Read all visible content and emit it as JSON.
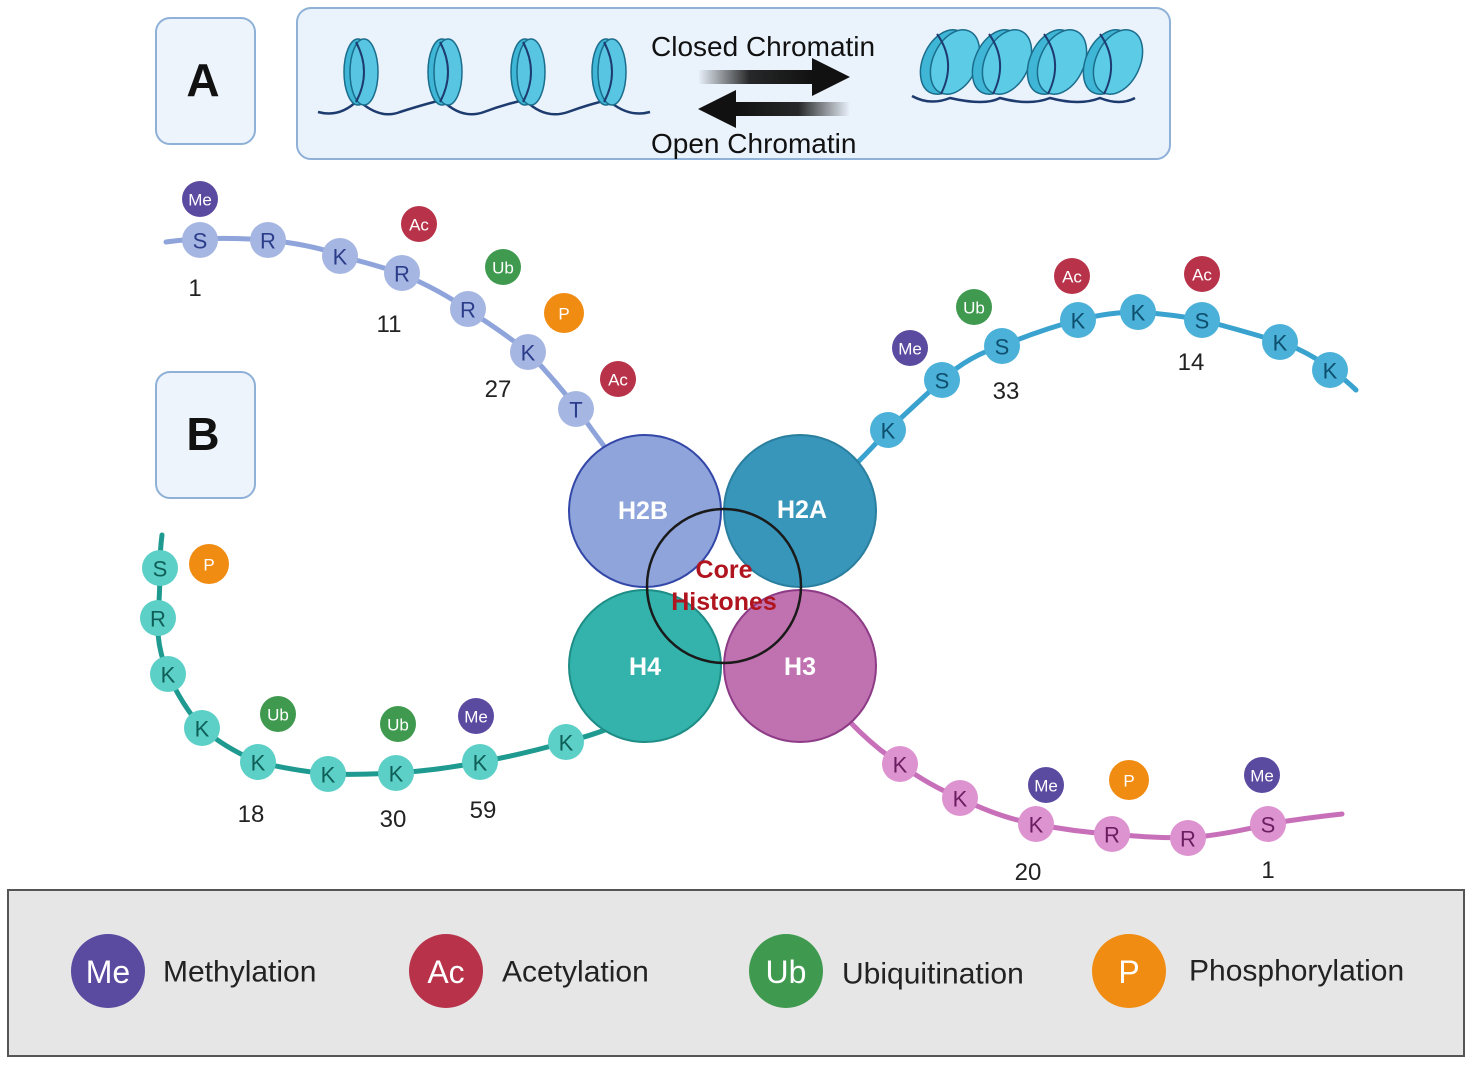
{
  "panels": {
    "a": "A",
    "b": "B"
  },
  "chromatin": {
    "closed_label": "Closed Chromatin",
    "open_label": "Open Chromatin"
  },
  "core": {
    "label_line1": "Core",
    "label_line2": "Histones",
    "label_color": "#b0141e",
    "histones": [
      {
        "id": "h2b",
        "label": "H2B",
        "color": "#8ea4da",
        "stroke": "#3347a8"
      },
      {
        "id": "h2a",
        "label": "H2A",
        "color": "#3896bb",
        "stroke": "#2a7f9f"
      },
      {
        "id": "h4",
        "label": "H4",
        "color": "#33b3ac",
        "stroke": "#1e8d86"
      },
      {
        "id": "h3",
        "label": "H3",
        "color": "#c072b0",
        "stroke": "#8d3b86"
      }
    ]
  },
  "tails": {
    "h2b": {
      "line_color": "#8ea4da",
      "bead_color": "#a6b6e2",
      "text_color": "#2b3d8a",
      "residues": [
        "S",
        "R",
        "K",
        "R",
        "R",
        "K",
        "T"
      ],
      "numbers": [
        "1",
        "11",
        "27"
      ],
      "marks": [
        "Me",
        "Ac",
        "Ub",
        "P",
        "Ac"
      ]
    },
    "h2a": {
      "line_color": "#3aa2cf",
      "bead_color": "#4cb1d8",
      "text_color": "#0e4f6e",
      "residues": [
        "K",
        "S",
        "S",
        "K",
        "K",
        "S",
        "K",
        "K"
      ],
      "numbers": [
        "33",
        "14"
      ],
      "marks": [
        "Me",
        "Ub",
        "Ac",
        "Ac"
      ]
    },
    "h4": {
      "line_color": "#1f9a90",
      "bead_color": "#5ccfc6",
      "text_color": "#0f5f58",
      "residues": [
        "S",
        "R",
        "K",
        "K",
        "K",
        "K",
        "K",
        "K",
        "K"
      ],
      "numbers": [
        "18",
        "30",
        "59"
      ],
      "marks": [
        "P",
        "Ub",
        "Ub",
        "Me"
      ]
    },
    "h3": {
      "line_color": "#c86fb9",
      "bead_color": "#dd93cf",
      "text_color": "#6a1d60",
      "residues": [
        "K",
        "K",
        "K",
        "R",
        "R",
        "S"
      ],
      "numbers": [
        "20",
        "1"
      ],
      "marks": [
        "Me",
        "P",
        "Me"
      ]
    }
  },
  "modifications": {
    "me": {
      "abbr": "Me",
      "name": "Methylation",
      "color": "#5a4aa0"
    },
    "ac": {
      "abbr": "Ac",
      "name": "Acetylation",
      "color": "#b8334a"
    },
    "ub": {
      "abbr": "Ub",
      "name": "Ubiquitination",
      "color": "#3f9a4f"
    },
    "p": {
      "abbr": "P",
      "name": "Phosphorylation",
      "color": "#f08c12"
    }
  }
}
